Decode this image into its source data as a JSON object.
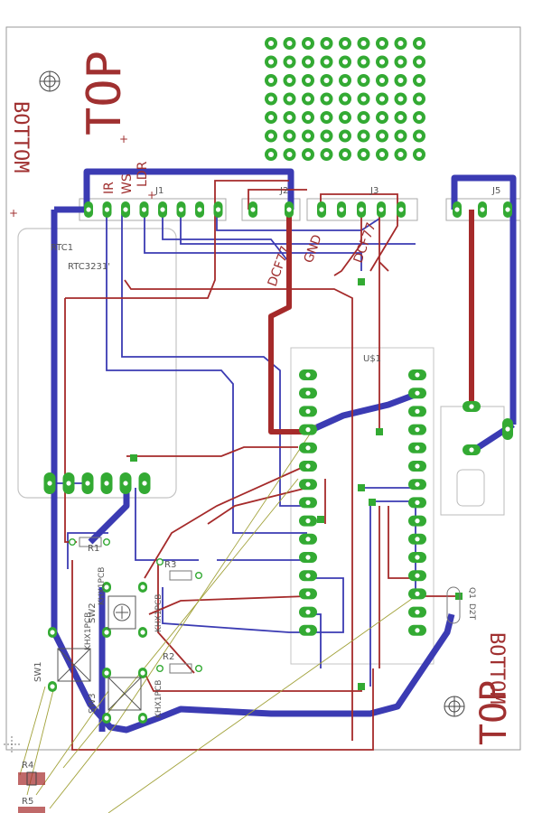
{
  "colors": {
    "top_copper": "#a52a2a",
    "bottom_copper": "#3b3bb3",
    "pad": "#33aa33",
    "silk": "#6e6e6e",
    "outline": "#9a9a9a",
    "airwire": "#a2a23a",
    "board_text": "#a03030"
  },
  "labels": {
    "top_big": "TOP",
    "bottom_mirror": "BOTTOM",
    "top_big_lower": "TOP",
    "bottom_mirror_lower": "BOTTOM",
    "plus1": "+",
    "plus2": "+",
    "j1": "J1",
    "j2": "J2",
    "j3": "J3",
    "j5": "J5",
    "ir": "IR",
    "ws": "WS",
    "ldr": "LDR",
    "plus_j1": "+",
    "dcf77a": "DCF77",
    "gnd": "GND",
    "dcf77b": "DCF77",
    "rtc1": "RTC1",
    "rtc_value": "RTC3231'",
    "us": "U$1",
    "r1": "R1",
    "r2": "R2",
    "r3": "R3",
    "r4": "R4",
    "r5": "R5",
    "sw1": "SW1",
    "sw2": "SW2",
    "sw3": "SW3",
    "khx_a": "KHX1PCB",
    "khx_b": "KHX1PCB",
    "khx_c": "KHX1PCB",
    "khx_d": "KHX1PCB",
    "q1": "Q1",
    "q1_val": "D2T"
  }
}
